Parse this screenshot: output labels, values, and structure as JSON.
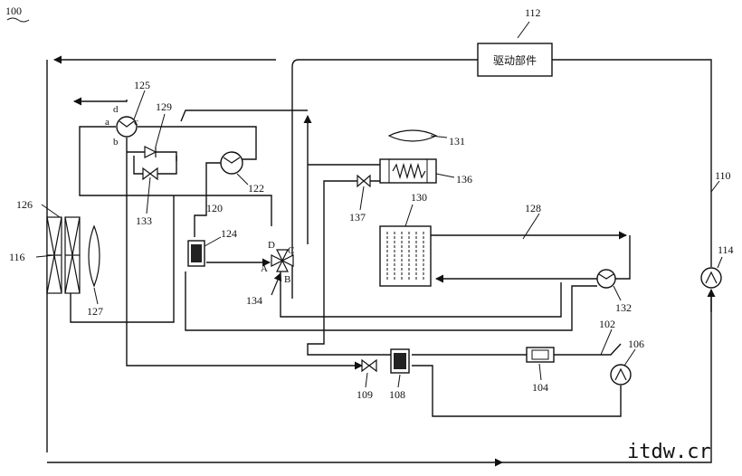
{
  "figure": {
    "id_label": "100",
    "drive_box": "驱动部件",
    "labels": {
      "l102": "102",
      "l104": "104",
      "l106": "106",
      "l108": "108",
      "l109": "109",
      "l110": "110",
      "l112": "112",
      "l114": "114",
      "l116": "116",
      "l120": "120",
      "l122": "122",
      "l124": "124",
      "l125": "125",
      "l126": "126",
      "l127": "127",
      "l128": "128",
      "l129": "129",
      "l130": "130",
      "l131": "131",
      "l132": "132",
      "l133": "133",
      "l134": "134",
      "l136": "136",
      "l137": "137"
    },
    "ports": {
      "a": "a",
      "b": "b",
      "c": "c",
      "d": "d",
      "A": "A",
      "B": "B",
      "C": "C",
      "D": "D"
    },
    "watermark": "itdw.cr"
  }
}
